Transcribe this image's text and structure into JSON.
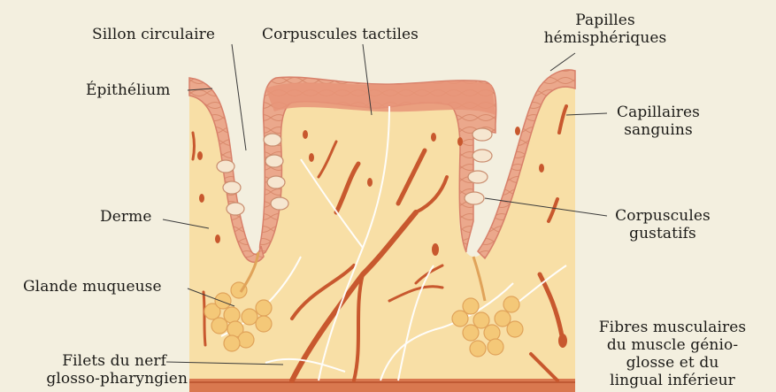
{
  "labels": {
    "sillon_circulaire": "Sillon circulaire",
    "corpuscules_tactiles": "Corpuscules tactiles",
    "papilles_hemispheriques": [
      "Papilles",
      "hémisphériques"
    ],
    "epithelium": "Épithélium",
    "capillaires_sanguins": [
      "Capillaires",
      "sanguins"
    ],
    "derme": "Derme",
    "corpuscules_gustatifs": [
      "Corpuscules",
      "gustatifs"
    ],
    "glande_muqueuse": "Glande muqueuse",
    "fibres_musculaires": [
      "Fibres musculaires",
      "du muscle génio-",
      "glosse et du",
      "lingual inférieur"
    ],
    "filets_nerf": [
      "Filets du nerf",
      "glosso-pharyngien"
    ]
  },
  "colors": {
    "background": "#f3efdf",
    "dermis": "#f7dca2",
    "epithelium": "#e9a387",
    "epithelium_dark": "#d97f63",
    "capillary": "#c8582e",
    "nerve": "#ffffff",
    "gland": "#f2c070",
    "leader_line": "#3a3a3a"
  }
}
